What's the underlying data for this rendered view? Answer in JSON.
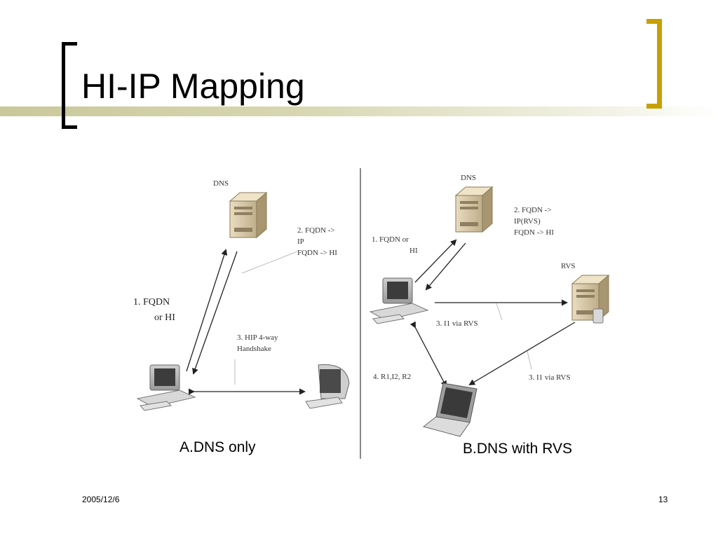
{
  "slide": {
    "title": "HI-IP Mapping",
    "date": "2005/12/6",
    "page_number": "13",
    "accent_color": "#c8a000"
  },
  "panel_a": {
    "caption": "A.DNS only",
    "dns_label": "DNS",
    "step1_line1": "1. FQDN",
    "step1_line2": "or HI",
    "step2_line1": "2. FQDN ->",
    "step2_line2": "IP",
    "step2_line3": "FQDN -> HI",
    "step3_line1": "3. HIP 4-way",
    "step3_line2": "Handshake"
  },
  "panel_b": {
    "caption": "B.DNS with RVS",
    "dns_label": "DNS",
    "rvs_label": "RVS",
    "step1_line1": "1. FQDN or",
    "step1_line2": "HI",
    "step2_line1": "2. FQDN ->",
    "step2_line2": "IP(RVS)",
    "step2_line3": "FQDN -> HI",
    "step3a": "3. I1 via RVS",
    "step3b": "3. I1 via RVS",
    "step4": "4. R1,I2, R2"
  }
}
